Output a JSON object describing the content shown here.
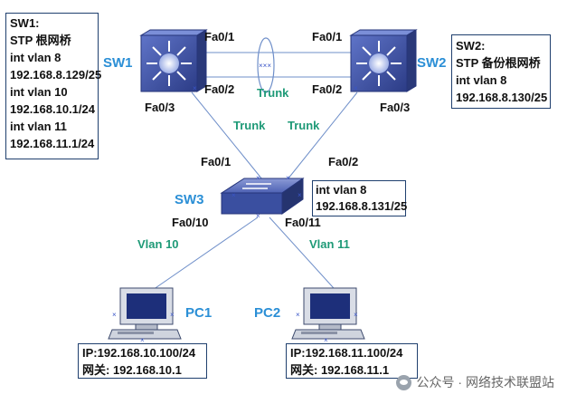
{
  "sw1_info": {
    "lines": [
      "SW1:",
      "STP 根网桥",
      "int vlan 8",
      "192.168.8.129/25",
      "int vlan 10",
      "192.168.10.1/24",
      "int vlan 11",
      "192.168.11.1/24"
    ]
  },
  "sw2_info": {
    "lines": [
      "SW2:",
      "STP 备份根网桥",
      "int  vlan 8",
      "192.168.8.130/25"
    ]
  },
  "sw3_info": {
    "lines": [
      "int vlan 8",
      "192.168.8.131/25"
    ]
  },
  "pc1_info": {
    "ip": "IP:192.168.10.100/24",
    "gateway": "网关: 192.168.10.1"
  },
  "pc2_info": {
    "ip": "IP:192.168.11.100/24",
    "gateway": "网关: 192.168.11.1"
  },
  "devices": {
    "sw1": "SW1",
    "sw2": "SW2",
    "sw3": "SW3",
    "pc1": "PC1",
    "pc2": "PC2"
  },
  "ports": {
    "sw1_fa01": "Fa0/1",
    "sw1_fa02": "Fa0/2",
    "sw1_fa03": "Fa0/3",
    "sw2_fa01": "Fa0/1",
    "sw2_fa02": "Fa0/2",
    "sw2_fa03": "Fa0/3",
    "sw3_fa01": "Fa0/1",
    "sw3_fa02": "Fa0/2",
    "sw3_fa010": "Fa0/10",
    "sw3_fa011": "Fa0/11"
  },
  "links": {
    "trunk_top": "Trunk",
    "trunk_left": "Trunk",
    "trunk_right": "Trunk",
    "vlan10": "Vlan 10",
    "vlan11": "Vlan 11"
  },
  "colors": {
    "port_label": "#111111",
    "link_label": "#1e9a77",
    "device_label": "#2b8fd6",
    "link_line": "#5b9bd5",
    "switch_body": "#3a4fa0"
  },
  "watermark": "公众号 · 网络技术联盟站"
}
